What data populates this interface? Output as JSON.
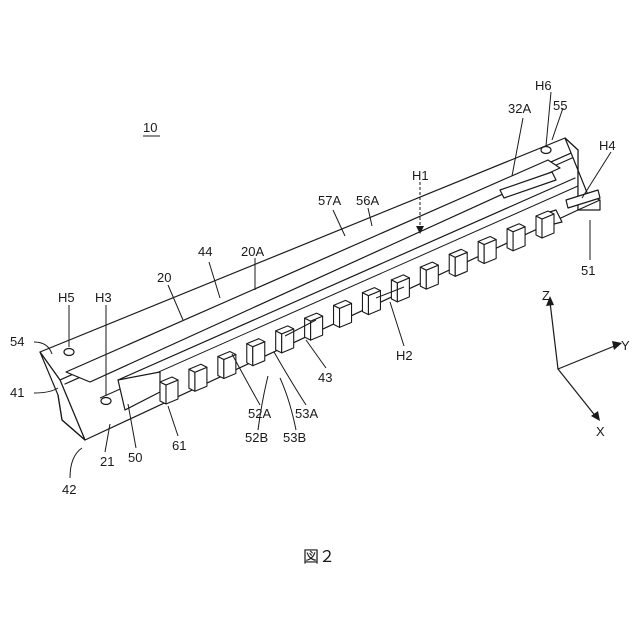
{
  "figure": {
    "caption": "図２",
    "assembly_ref": "10",
    "labels": {
      "H6": "H6",
      "p55": "55",
      "p32A": "32A",
      "H4": "H4",
      "H1": "H1",
      "p57A": "57A",
      "p56A": "56A",
      "p44": "44",
      "p20A": "20A",
      "p20": "20",
      "H5": "H5",
      "H3": "H3",
      "p54": "54",
      "p41": "41",
      "p42": "42",
      "p21": "21",
      "p50": "50",
      "p61": "61",
      "p52A": "52A",
      "p52B": "52B",
      "p53A": "53A",
      "p53B": "53B",
      "p43": "43",
      "H2": "H2",
      "p51": "51"
    },
    "axes": {
      "z": "Z",
      "y": "Y",
      "x": "X"
    }
  }
}
